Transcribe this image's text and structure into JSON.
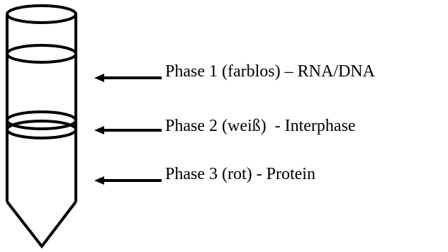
{
  "diagram": {
    "phases": [
      {
        "label": "Phase 1 (farblos) – RNA/DNA"
      },
      {
        "label": "Phase 2 (weiß)  - Interphase"
      },
      {
        "label": "Phase 3 (rot) - Protein"
      }
    ]
  },
  "colors": {
    "stroke": "#000000",
    "background": "#ffffff"
  }
}
